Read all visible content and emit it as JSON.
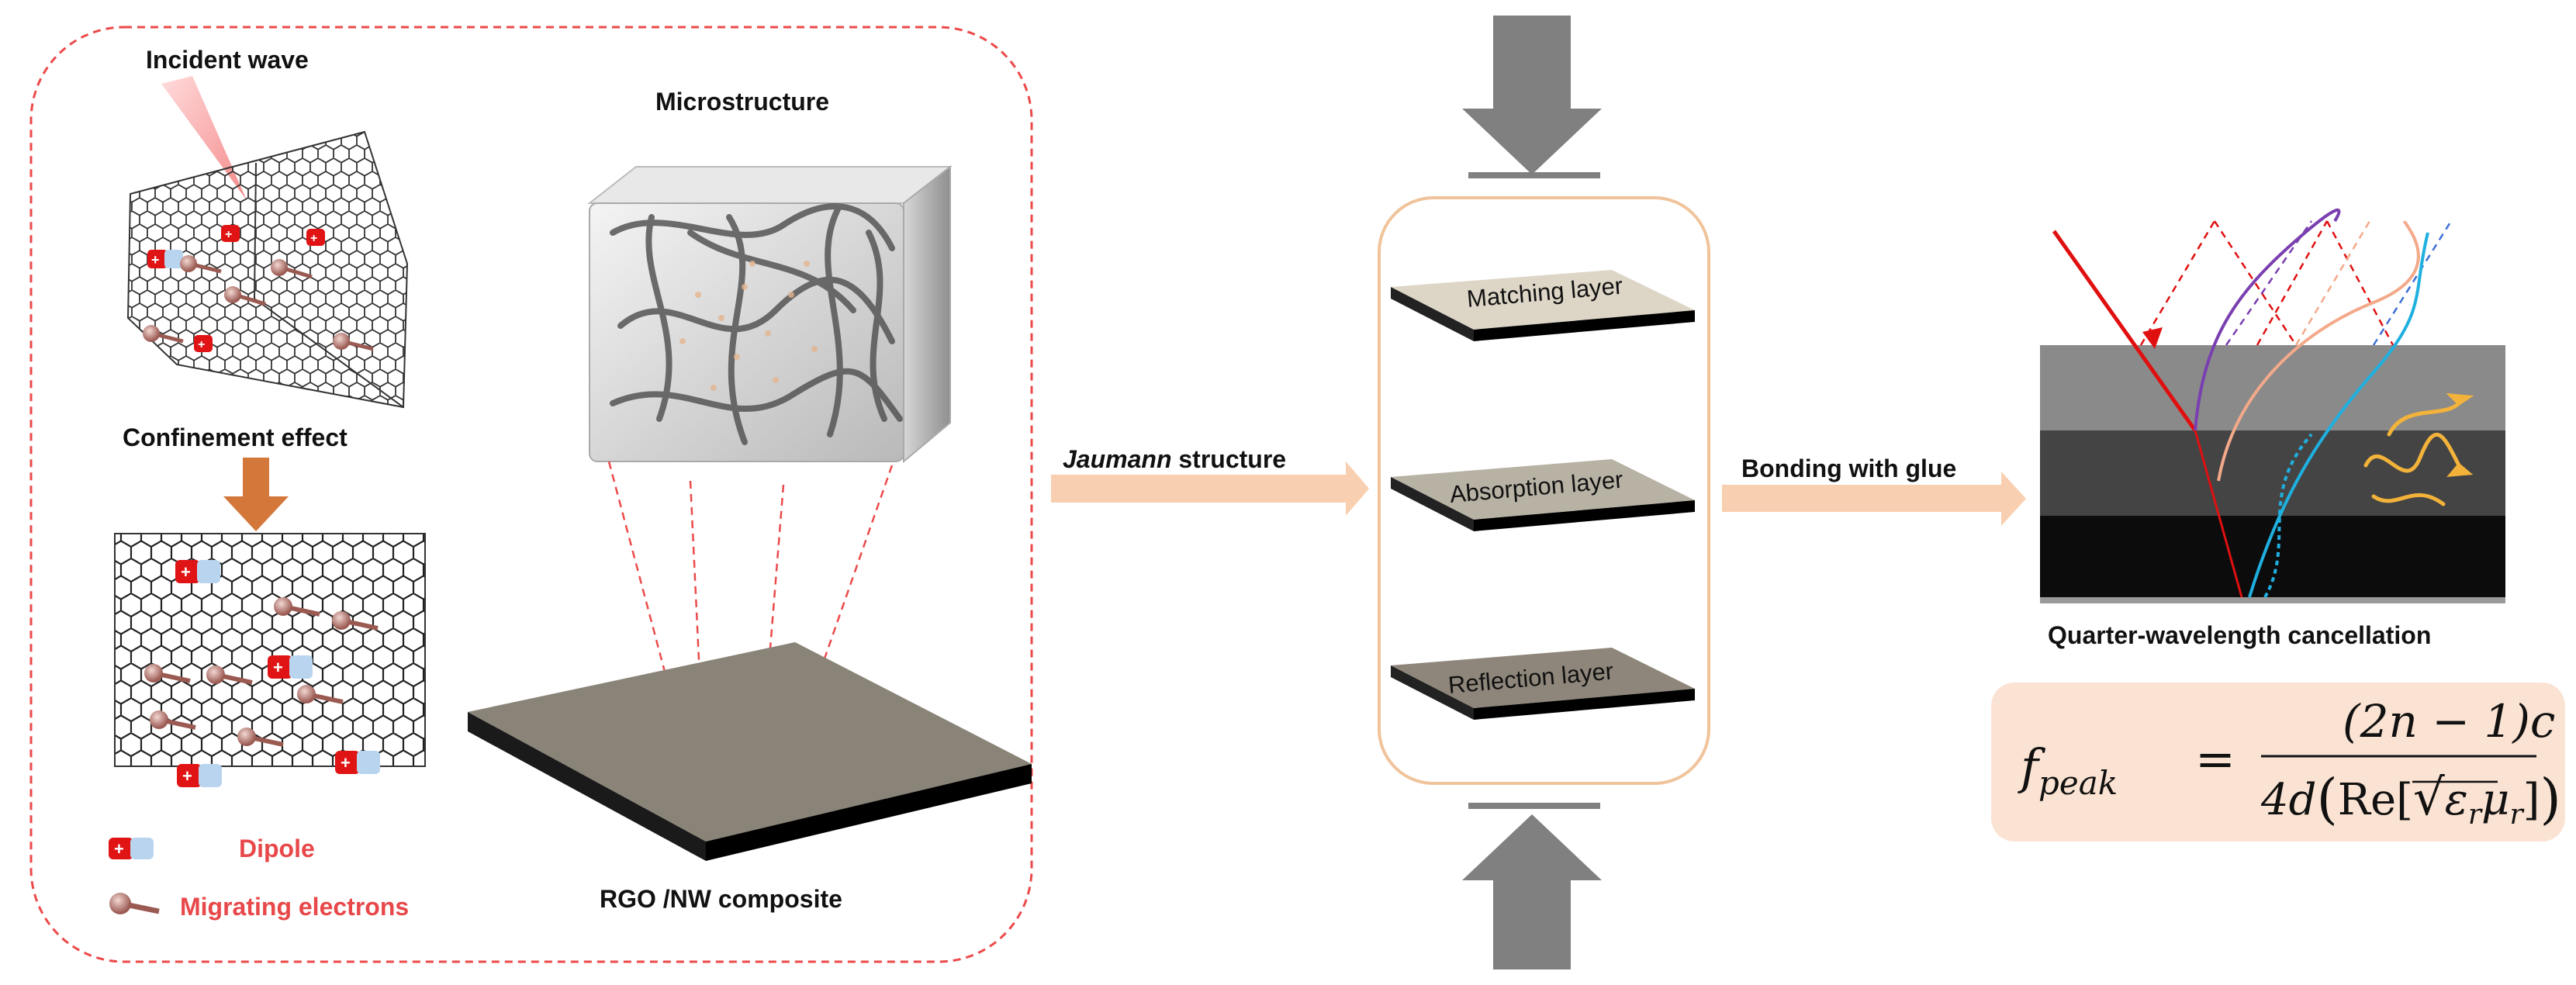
{
  "left_panel": {
    "incident_wave": "Incident wave",
    "confinement_effect": "Confinement effect",
    "microstructure": "Microstructure",
    "composite": "RGO /NW composite",
    "legend": {
      "dipole": "Dipole",
      "migrating_electrons": "Migrating electrons"
    }
  },
  "arrows": {
    "jaumann_italic": "Jaumann",
    "jaumann_rest": " structure",
    "bonding": "Bonding with glue"
  },
  "layers": {
    "matching": "Matching layer",
    "absorption": "Absorption layer",
    "reflection": "Reflection layer"
  },
  "right_panel": {
    "caption": "Quarter-wavelength cancellation"
  },
  "formula": {
    "lhs_f": "f",
    "lhs_sub": "peak",
    "eq": "=",
    "numerator": "(2n − 1)c",
    "den_4d": "4d",
    "den_re": "Re",
    "den_eps": "ε",
    "den_eps_sub": "r",
    "den_mu": "μ",
    "den_mu_sub": "r"
  },
  "colors": {
    "dashed_border": "#ec4a4a",
    "legend_text": "#e8484a",
    "flow_arrow": "#f8cfb0",
    "stack_border": "#f0c39b",
    "formula_bg": "#fbe3d3",
    "incident_red": "#e01010",
    "grey_arrow": "#808080"
  }
}
